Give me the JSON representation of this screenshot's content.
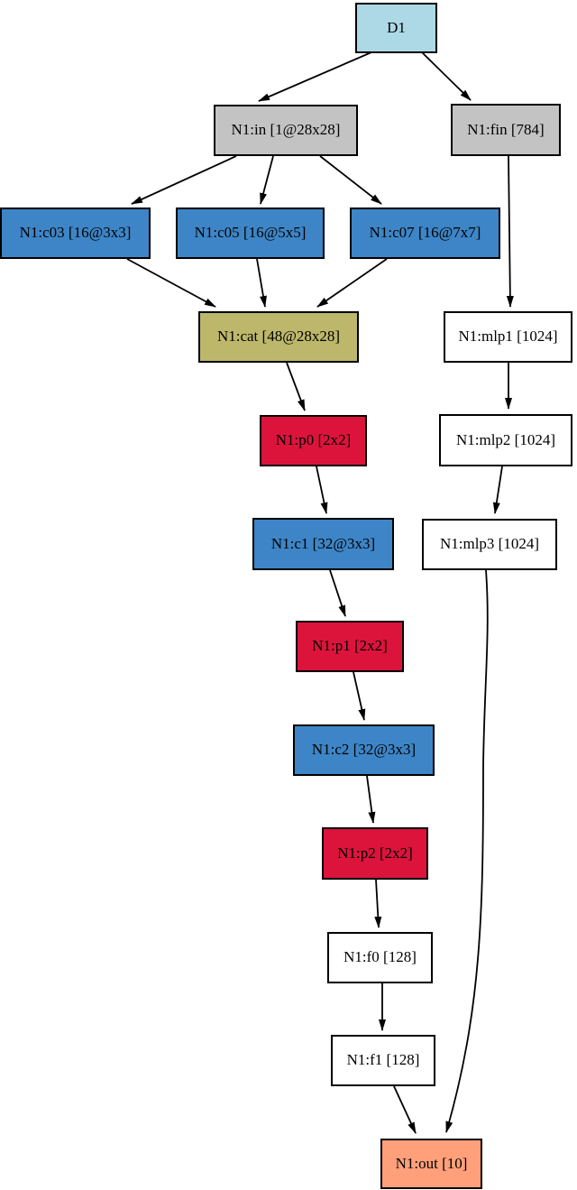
{
  "diagram": {
    "type": "directed-graph",
    "colors": {
      "edge": "#000000",
      "border": "#000000",
      "background": "#ffffff",
      "node_input_gray": "#c3c3c3",
      "node_conv_blue": "#3d85c6",
      "node_concat_khaki": "#bdb76b",
      "node_pool_crimson": "#dc143c",
      "node_dense_white": "#ffffff",
      "node_data_lightblue": "#add8e6",
      "node_output_salmon": "#ffa07a"
    },
    "nodes": [
      {
        "id": "D1",
        "label": "D1",
        "fill": "#add8e6"
      },
      {
        "id": "N1:in",
        "label": "N1:in [1@28x28]",
        "fill": "#c3c3c3"
      },
      {
        "id": "N1:fin",
        "label": "N1:fin [784]",
        "fill": "#c3c3c3"
      },
      {
        "id": "N1:c03",
        "label": "N1:c03 [16@3x3]",
        "fill": "#3d85c6"
      },
      {
        "id": "N1:c05",
        "label": "N1:c05 [16@5x5]",
        "fill": "#3d85c6"
      },
      {
        "id": "N1:c07",
        "label": "N1:c07 [16@7x7]",
        "fill": "#3d85c6"
      },
      {
        "id": "N1:cat",
        "label": "N1:cat [48@28x28]",
        "fill": "#bdb76b"
      },
      {
        "id": "N1:mlp1",
        "label": "N1:mlp1 [1024]",
        "fill": "#ffffff"
      },
      {
        "id": "N1:p0",
        "label": "N1:p0 [2x2]",
        "fill": "#dc143c"
      },
      {
        "id": "N1:mlp2",
        "label": "N1:mlp2 [1024]",
        "fill": "#ffffff"
      },
      {
        "id": "N1:c1",
        "label": "N1:c1 [32@3x3]",
        "fill": "#3d85c6"
      },
      {
        "id": "N1:mlp3",
        "label": "N1:mlp3 [1024]",
        "fill": "#ffffff"
      },
      {
        "id": "N1:p1",
        "label": "N1:p1 [2x2]",
        "fill": "#dc143c"
      },
      {
        "id": "N1:c2",
        "label": "N1:c2 [32@3x3]",
        "fill": "#3d85c6"
      },
      {
        "id": "N1:p2",
        "label": "N1:p2 [2x2]",
        "fill": "#dc143c"
      },
      {
        "id": "N1:f0",
        "label": "N1:f0 [128]",
        "fill": "#ffffff"
      },
      {
        "id": "N1:f1",
        "label": "N1:f1 [128]",
        "fill": "#ffffff"
      },
      {
        "id": "N1:out",
        "label": "N1:out [10]",
        "fill": "#ffa07a"
      }
    ],
    "edges": [
      {
        "from": "D1",
        "to": "N1:in"
      },
      {
        "from": "D1",
        "to": "N1:fin"
      },
      {
        "from": "N1:in",
        "to": "N1:c03"
      },
      {
        "from": "N1:in",
        "to": "N1:c05"
      },
      {
        "from": "N1:in",
        "to": "N1:c07"
      },
      {
        "from": "N1:c03",
        "to": "N1:cat"
      },
      {
        "from": "N1:c05",
        "to": "N1:cat"
      },
      {
        "from": "N1:c07",
        "to": "N1:cat"
      },
      {
        "from": "N1:cat",
        "to": "N1:p0"
      },
      {
        "from": "N1:p0",
        "to": "N1:c1"
      },
      {
        "from": "N1:c1",
        "to": "N1:p1"
      },
      {
        "from": "N1:p1",
        "to": "N1:c2"
      },
      {
        "from": "N1:c2",
        "to": "N1:p2"
      },
      {
        "from": "N1:p2",
        "to": "N1:f0"
      },
      {
        "from": "N1:f0",
        "to": "N1:f1"
      },
      {
        "from": "N1:f1",
        "to": "N1:out"
      },
      {
        "from": "N1:fin",
        "to": "N1:mlp1"
      },
      {
        "from": "N1:mlp1",
        "to": "N1:mlp2"
      },
      {
        "from": "N1:mlp2",
        "to": "N1:mlp3"
      },
      {
        "from": "N1:mlp3",
        "to": "N1:out"
      }
    ]
  }
}
